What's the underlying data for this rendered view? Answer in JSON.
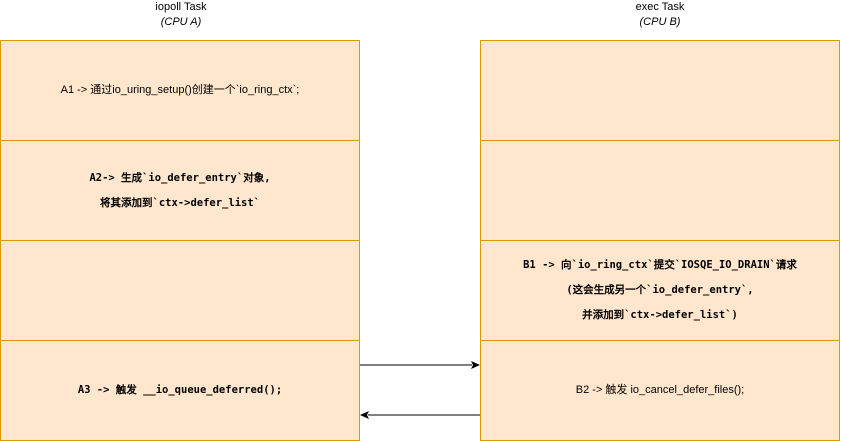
{
  "columns": {
    "a": {
      "title": "iopoll Task",
      "subtitle": "(CPU A)"
    },
    "b": {
      "title": "exec Task",
      "subtitle": "(CPU B)"
    }
  },
  "cells": {
    "a1": {
      "lines": [
        "A1 -> 通过io_uring_setup()创建一个`io_ring_ctx`;"
      ]
    },
    "a2": {
      "lines": [
        "A2-> 生成`io_defer_entry`对象,",
        "将其添加到`ctx->defer_list`"
      ]
    },
    "a3": {
      "lines": []
    },
    "a4": {
      "lines": [
        "A3 -> 触发 __io_queue_deferred();"
      ]
    },
    "b1": {
      "lines": []
    },
    "b2": {
      "lines": []
    },
    "b3": {
      "lines": [
        "B1 -> 向`io_ring_ctx`提交`IOSQE_IO_DRAIN`请求",
        "(这会生成另一个`io_defer_entry`,",
        "并添加到`ctx->defer_list`)"
      ]
    },
    "b4": {
      "lines": [
        "B2 -> 触发 io_cancel_defer_files();"
      ]
    }
  },
  "colors": {
    "cell_fill": "#ffe6cc",
    "cell_border": "#d79b00",
    "arrow": "#000000"
  }
}
